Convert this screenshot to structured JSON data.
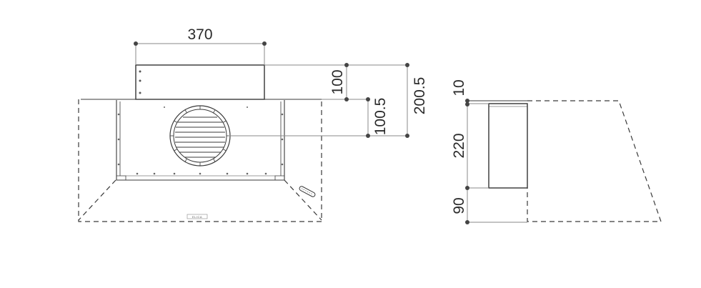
{
  "dimensions": {
    "front_width": "370",
    "front_motor_height": "100",
    "front_total_height": "200.5",
    "front_outlet_height": "100.5",
    "side_top": "10",
    "side_middle": "220",
    "side_bottom": "90"
  },
  "brand_mark": "ELICA",
  "colors": {
    "line": "#3a3a3a",
    "dim_line": "#8a8a8a",
    "dot": "#444444"
  }
}
